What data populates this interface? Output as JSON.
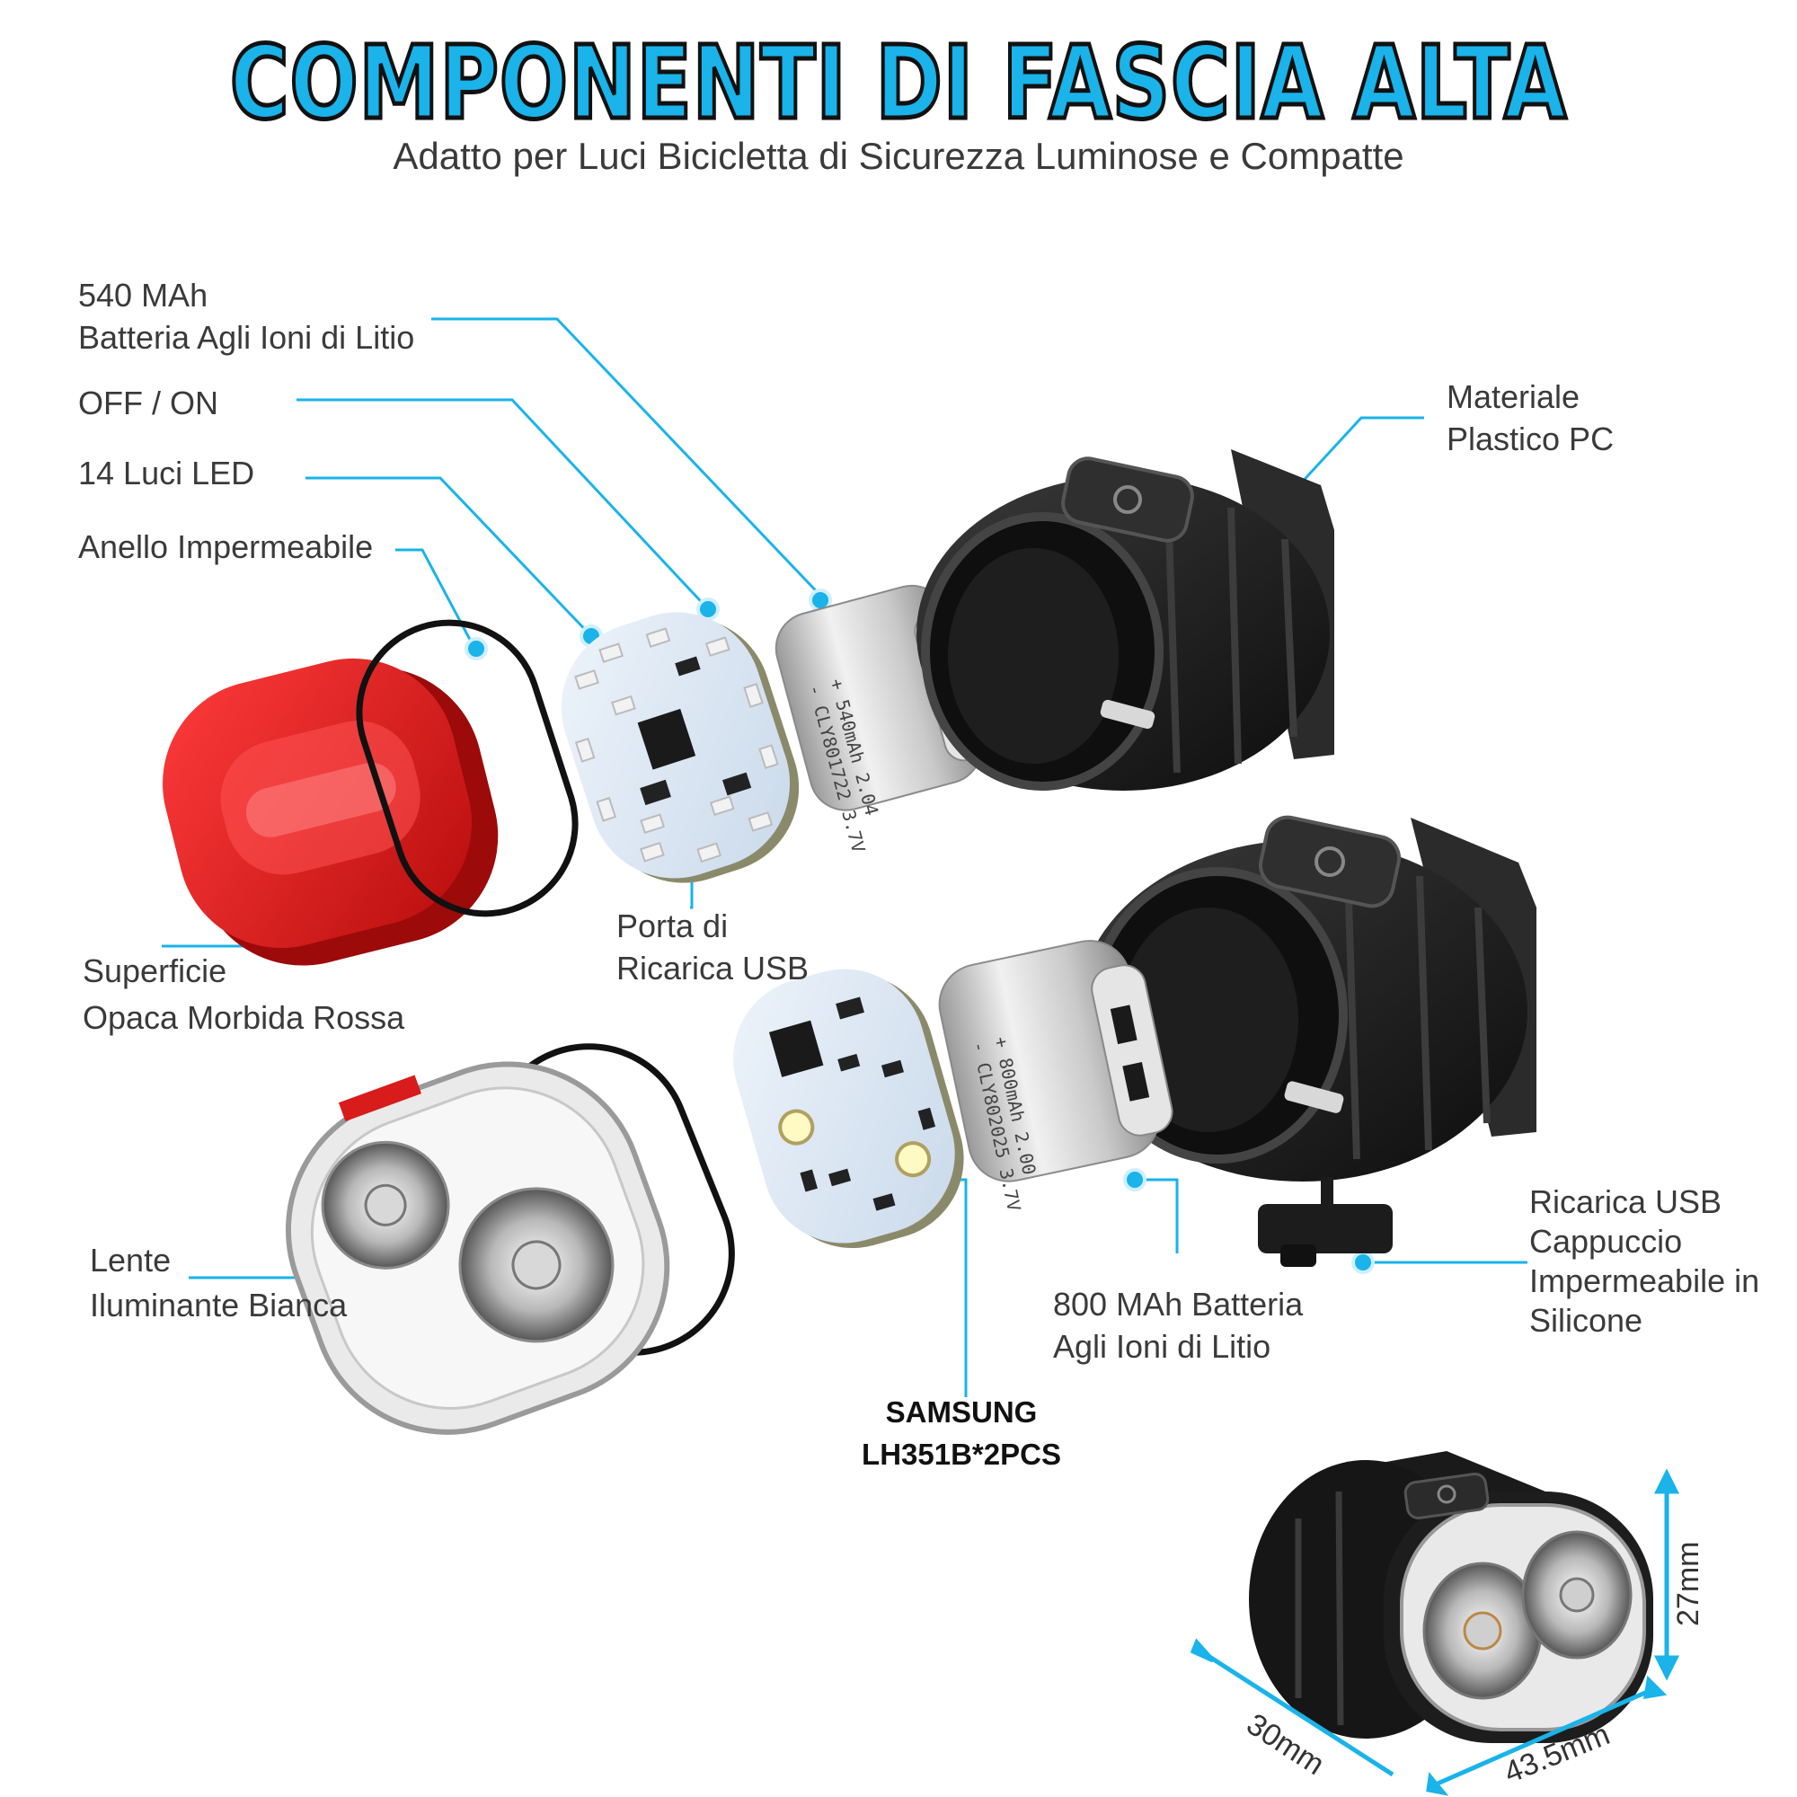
{
  "title": "COMPONENTI DI FASCIA ALTA",
  "subtitle": "Adatto per Luci Bicicletta di Sicurezza Luminose e Compatte",
  "labels": {
    "battery540_1": "540 MAh",
    "battery540_2": "Batteria Agli Ioni di Litio",
    "offon": "OFF / ON",
    "leds": "14 Luci LED",
    "ring": "Anello Impermeabile",
    "material_1": "Materiale",
    "material_2": "Plastico PC",
    "usbport_1": "Porta di",
    "usbport_2": "Ricarica USB",
    "redsurface_1": "Superficie",
    "redsurface_2": "Opaca Morbida Rossa",
    "lens_1": "Lente",
    "lens_2": "Iluminante Bianca",
    "usbcap_1": "Ricarica USB",
    "usbcap_2": "Cappuccio",
    "usbcap_3": "Impermeabile in",
    "usbcap_4": "Silicone",
    "battery800_1": "800 MAh Batteria",
    "battery800_2": "Agli Ioni di Litio",
    "samsung_1": "SAMSUNG",
    "samsung_2": "LH351B*2PCS"
  },
  "battery_print": {
    "small_1": "- CLY801722 3.7V",
    "small_2": "+ 540mAh 2.04",
    "large_1": "- CLY802025 3.7V",
    "large_2": "+ 800mAh 2.00"
  },
  "dimensions": {
    "height": "27mm",
    "depth": "30mm",
    "width": "43.5mm"
  },
  "colors": {
    "accent": "#1ab3ea",
    "red_lens": "#e21a1a",
    "housing": "#1f1f1f"
  }
}
